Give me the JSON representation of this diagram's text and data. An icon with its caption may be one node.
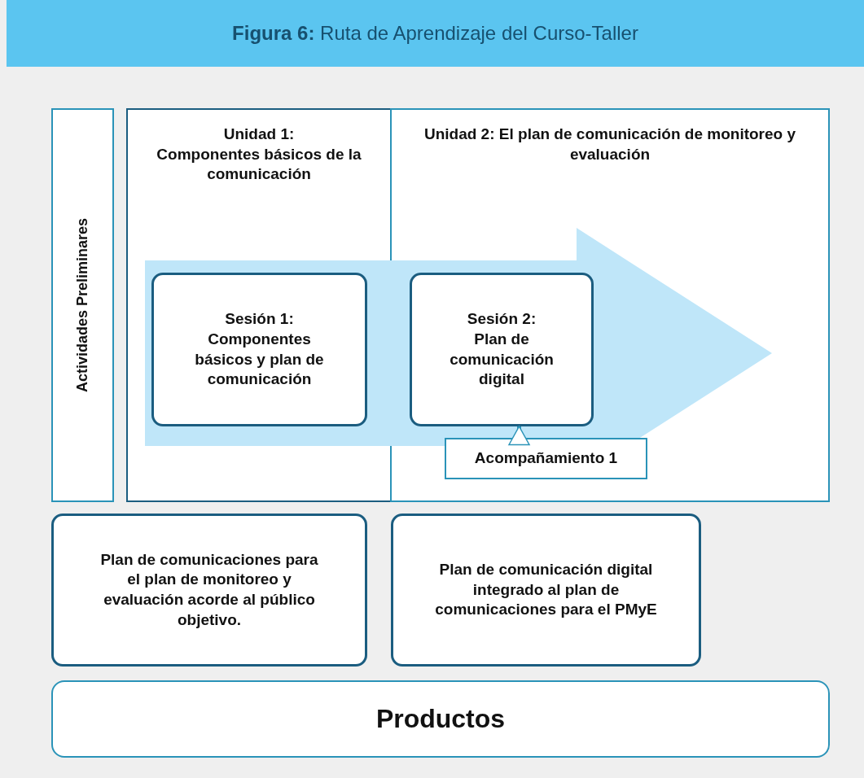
{
  "diagram": {
    "title": "**Figura 6:** Ruta de Aprendizaje del Curso-Taller",
    "nodes": [
      {
        "text": [
          "Actividades Preliminares"
        ]
      },
      {
        "text": [
          "Unidad 1:",
          "Componentes básicos de la comunicación"
        ]
      },
      {
        "text": [
          "Unidad 2: El plan de comunicación de monitoreo y evaluación"
        ]
      },
      {
        "text": [
          "Sesión 1:",
          "Componentes básicos y plan de comunicación"
        ],
        "in": 1
      },
      {
        "text": [
          "Sesión 2:",
          "Plan de comunicación digital"
        ],
        "in": 2
      },
      {
        "text": [
          "Acompañamiento 1"
        ],
        "in": 2
      },
      {
        "text": [
          "Plan de comunicaciones para el plan de monitoreo y evaluación acorde al público objetivo."
        ]
      },
      {
        "text": [
          "Plan de comunicación digital integrado al plan de comunicaciones para el PMyE"
        ]
      },
      {
        "text": [
          "Productos"
        ]
      }
    ],
    "edges": [
      {
        "from": 5,
        "to": 4,
        "arrow": "to"
      }
    ]
  }
}
